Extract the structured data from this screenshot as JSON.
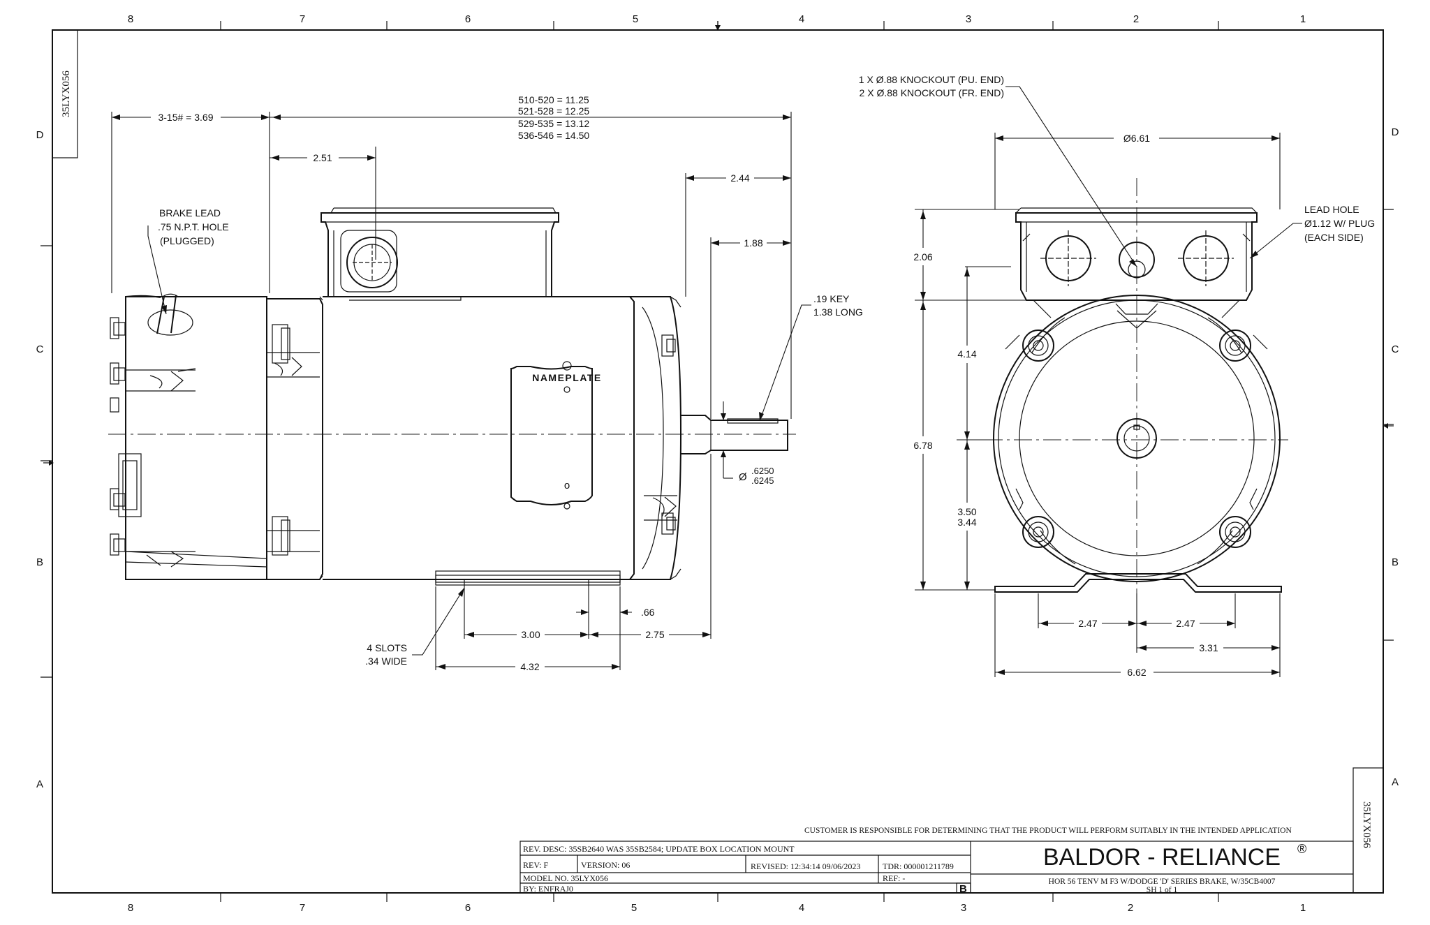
{
  "sheet": {
    "zones_top": [
      "8",
      "7",
      "6",
      "5",
      "4",
      "3",
      "2",
      "1"
    ],
    "zones_side": [
      "D",
      "C",
      "B",
      "A"
    ],
    "drawing_number": "35LYX056"
  },
  "side_view": {
    "brake_lead": [
      "BRAKE LEAD",
      ".75 N.P.T. HOLE",
      "(PLUGGED)"
    ],
    "dim_brake_len": "3-15# = 3.69",
    "dim_overall": [
      "510-520 = 11.25",
      "521-528 = 12.25",
      "529-535 = 13.12",
      "536-546 = 14.50"
    ],
    "dim_box_offset": "2.51",
    "dim_2_44": "2.44",
    "dim_1_88": "1.88",
    "key": [
      ".19 KEY",
      "1.38 LONG"
    ],
    "shaft_prefix": "Ø",
    "shaft_dia": [
      ".6250",
      ".6245"
    ],
    "nameplate": "NAMEPLATE",
    "dim_0_66": ".66",
    "dim_3_00": "3.00",
    "dim_2_75": "2.75",
    "dim_4_32": "4.32",
    "slots": [
      "4 SLOTS",
      ".34 WIDE"
    ]
  },
  "end_view": {
    "knockout": [
      "1 X Ø.88 KNOCKOUT (PU. END)",
      "2 X Ø.88 KNOCKOUT (FR. END)"
    ],
    "dim_dia": "Ø6.61",
    "lead_hole": [
      "LEAD HOLE",
      "Ø1.12 W/ PLUG",
      "(EACH SIDE)"
    ],
    "dim_2_06": "2.06",
    "dim_4_14": "4.14",
    "dim_6_78": "6.78",
    "dim_3_50": "3.50",
    "dim_3_44": "3.44",
    "dim_2_47_left": "2.47",
    "dim_2_47_right": "2.47",
    "dim_3_31": "3.31",
    "dim_6_62": "6.62"
  },
  "title_block": {
    "disclaimer": "CUSTOMER IS RESPONSIBLE FOR DETERMINING THAT THE PRODUCT WILL PERFORM SUITABLY IN THE INTENDED APPLICATION",
    "rev_desc": "REV. DESC: 35SB2640 WAS 35SB2584; UPDATE BOX LOCATION MOUNT",
    "rev": "REV:  F",
    "version": "VERSION:  06",
    "revised": "REVISED:  12:34:14 09/06/2023",
    "tdr": "TDR: 000001211789",
    "model": "MODEL NO.  35LYX056",
    "ref": "REF:  -",
    "by": "BY: ENFRAJ0",
    "size_letter": "B",
    "company": "BALDOR - RELIANCE",
    "registered": "®",
    "description": "HOR 56 TENV M F3 W/DODGE 'D' SERIES BRAKE, W/35CB4007",
    "sheet_of": "SH 1 of  1"
  }
}
